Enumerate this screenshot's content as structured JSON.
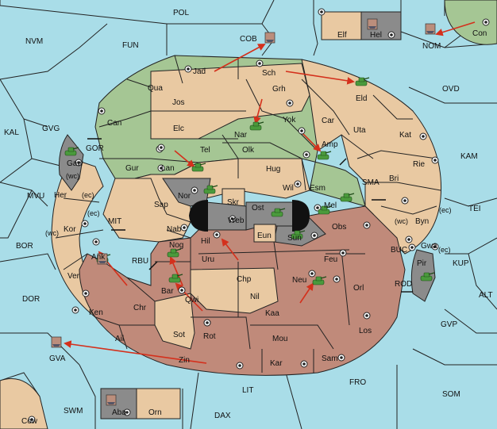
{
  "colors": {
    "sea": "#a9dde8",
    "green": "#a5c694",
    "tan": "#e9c9a2",
    "red": "#c08a7a",
    "grey": "#8b8b8b",
    "land_neutral": "#a5c694",
    "arrow": "#d4301c",
    "army": "#4a9a3c"
  },
  "sea_labels": {
    "POL": "POL",
    "NVM": "NVM",
    "FUN": "FUN",
    "COB": "COB",
    "NOM": "NOM",
    "OVD": "OVD",
    "KAL": "KAL",
    "GVG": "GVG",
    "GOR": "GOR",
    "KAM": "KAM",
    "MVU": "MVU",
    "SMA": "SMA",
    "TEI": "TEI",
    "MIT": "MIT",
    "BOR": "BOR",
    "RBU": "RBU",
    "KUP": "KUP",
    "BUC": "BUC",
    "ROD": "ROD",
    "ALT": "ALT",
    "DOR": "DOR",
    "GVP": "GVP",
    "GVA": "GVA",
    "LIT": "LIT",
    "FRO": "FRO",
    "SOM": "SOM",
    "SWM": "SWM",
    "DAX": "DAX"
  },
  "provinces": {
    "Jad": "Jad",
    "Sch": "Sch",
    "Qua": "Qua",
    "Jos": "Jos",
    "Grh": "Grh",
    "Eld": "Eld",
    "Can": "Can",
    "Elc": "Elc",
    "Nar": "Nar",
    "Yok": "Yok",
    "Car": "Car",
    "Uta": "Uta",
    "Kat": "Kat",
    "Tel": "Tel",
    "Olk": "Olk",
    "Amp": "Amp",
    "Gur": "Gur",
    "Lan": "Lan",
    "Hug": "Hug",
    "Rie": "Rie",
    "Gaw": "Gaw",
    "Wil": "Wil",
    "Esm": "Esm",
    "Bri": "Bri",
    "Nor": "Nor",
    "Skr": "Skr",
    "Ost": "Ost",
    "Mel": "Mel",
    "Her": "Her",
    "Sap": "Sap",
    "Web": "Web",
    "Byn": "Byn",
    "Kor": "Kor",
    "Nab": "Nab",
    "Eun": "Eun",
    "Sun": "Sun",
    "Obs": "Obs",
    "Gwa": "Gwa",
    "Ank": "Ank",
    "Nog": "Nog",
    "Hil": "Hil",
    "Uru": "Uru",
    "Feu": "Feu",
    "Pir": "Pir",
    "Ver": "Ver",
    "Chp": "Chp",
    "Neu": "Neu",
    "Orl": "Orl",
    "Bar": "Bar",
    "Qwi": "Qwi",
    "Nil": "Nil",
    "Ken": "Ken",
    "Chr": "Chr",
    "Kaa": "Kaa",
    "Los": "Los",
    "Ail": "Ail",
    "Sot": "Sot",
    "Rot": "Rot",
    "Mou": "Mou",
    "Zin": "Zin",
    "Kar": "Kar",
    "Sam": "Sam",
    "Elf": "Elf",
    "Hel": "Hel",
    "Con": "Con",
    "Aba": "Aba",
    "Orn": "Orn",
    "Cow": "Cow"
  },
  "coast_notes": {
    "gaw_wc": "(wc)",
    "her_ec": "(ec)",
    "kor_ec": "(ec)",
    "kor_wc": "(wc)",
    "byn_wc": "(wc)",
    "byn_ec": "(ec)",
    "gwa_ec": "(ec)"
  },
  "supply_center_names": [
    "Jad",
    "Sch",
    "Grh",
    "Can",
    "Tel",
    "Lan",
    "Yok",
    "Amp",
    "Kat",
    "Rie",
    "Gaw",
    "Wil",
    "Bri",
    "Nor",
    "Skr",
    "Byn",
    "Kor",
    "Nab",
    "Sun",
    "Obs",
    "Gwa",
    "Ank",
    "Hil",
    "Feu",
    "Pir",
    "Ver",
    "Neu",
    "Orl",
    "Bar",
    "Ken",
    "Sot",
    "Rot",
    "Los",
    "Kar",
    "Sam",
    "Mel",
    "Elf",
    "Hel",
    "Con",
    "Aba",
    "Cow",
    "Gur",
    "Mou"
  ],
  "units": [
    {
      "type": "army",
      "at": "Eld"
    },
    {
      "type": "army",
      "at": "Nar"
    },
    {
      "type": "army",
      "at": "Amp"
    },
    {
      "type": "army",
      "at": "Lan"
    },
    {
      "type": "army",
      "at": "Gaw"
    },
    {
      "type": "army",
      "at": "Nor"
    },
    {
      "type": "army",
      "at": "Ost"
    },
    {
      "type": "army",
      "at": "Mel"
    },
    {
      "type": "army",
      "at": "Esm"
    },
    {
      "type": "army",
      "at": "Sun"
    },
    {
      "type": "army",
      "at": "Ank"
    },
    {
      "type": "army",
      "at": "Nog"
    },
    {
      "type": "army",
      "at": "Bar"
    },
    {
      "type": "army",
      "at": "Neu"
    },
    {
      "type": "army",
      "at": "Pir"
    },
    {
      "type": "fleet",
      "at": "COB"
    },
    {
      "type": "fleet",
      "at": "NOM"
    },
    {
      "type": "fleet",
      "at": "Hel"
    },
    {
      "type": "fleet",
      "at": "Ank"
    },
    {
      "type": "fleet",
      "at": "GVA"
    },
    {
      "type": "fleet",
      "at": "Aba"
    }
  ],
  "orders": [
    {
      "from": "Jad",
      "to": "COB"
    },
    {
      "from": "Sch",
      "to": "Eld"
    },
    {
      "from": "Con",
      "to": "NOM"
    },
    {
      "from": "Grh",
      "to": "Nar"
    },
    {
      "from": "Yok",
      "to": "Amp"
    },
    {
      "from": "Tel",
      "to": "Lan"
    },
    {
      "from": "Nor",
      "to": "Nor"
    },
    {
      "from": "Chr",
      "to": "Ank"
    },
    {
      "from": "Qwi",
      "to": "Nog"
    },
    {
      "from": "Qwi",
      "to": "Bar"
    },
    {
      "from": "Uru",
      "to": "Hil"
    },
    {
      "from": "Kaa",
      "to": "Neu"
    },
    {
      "from": "Zin",
      "to": "GVA"
    }
  ]
}
